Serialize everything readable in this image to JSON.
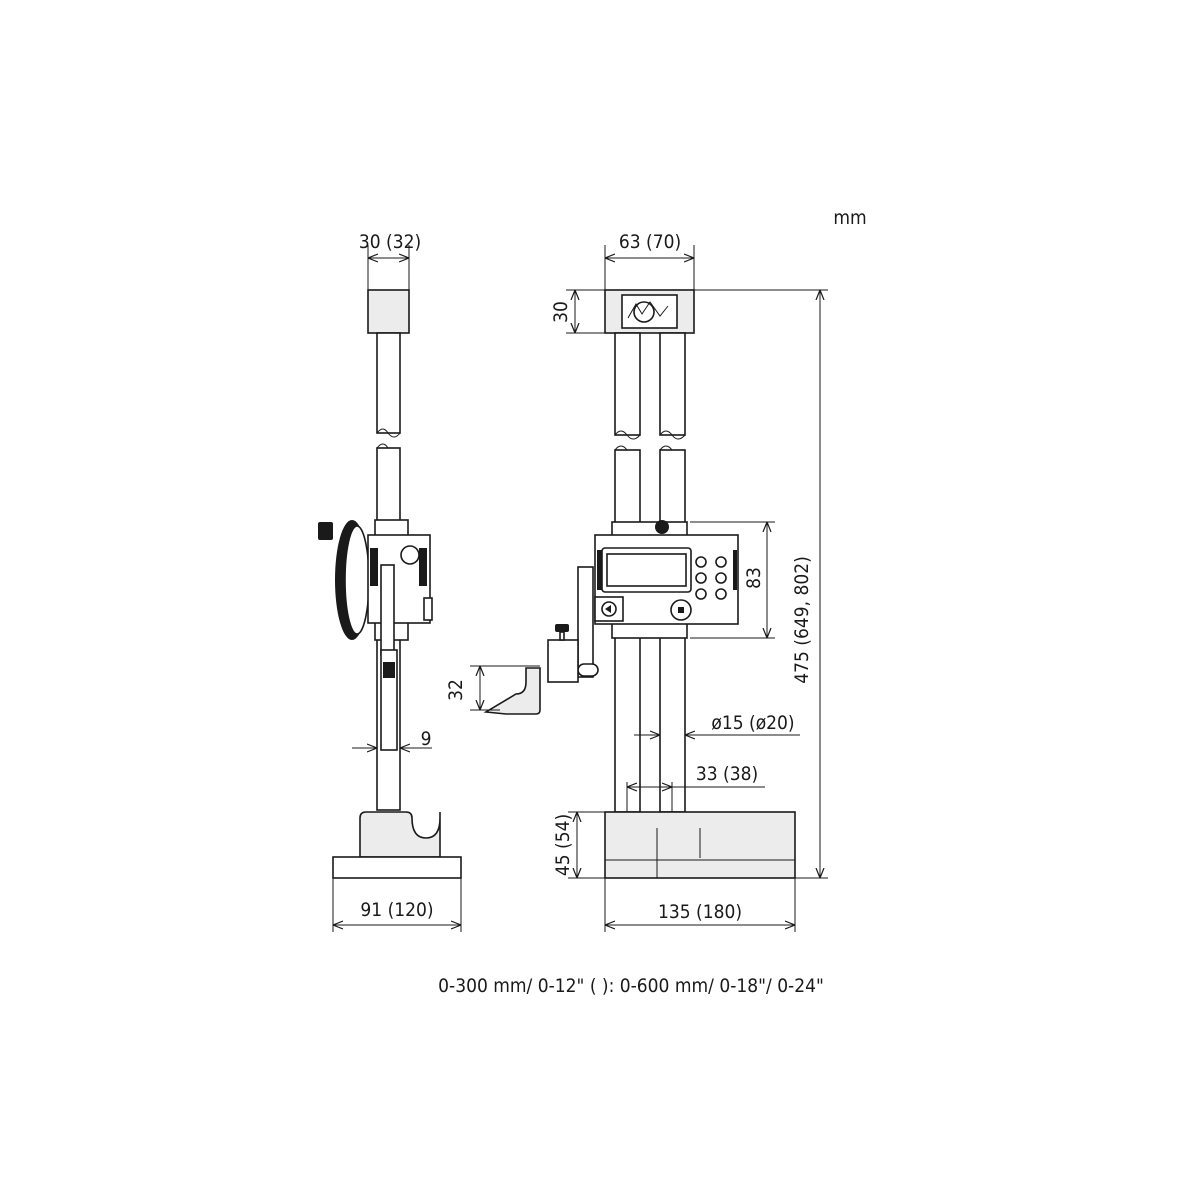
{
  "unit_label": "mm",
  "footer_note": "0-300 mm/ 0-12\" ( ): 0-600 mm/ 0-18\"/ 0-24\"",
  "side_view": {
    "dims": {
      "top_width": "30 (32)",
      "scriber_thickness": "9",
      "base_width": "91 (120)"
    }
  },
  "front_view": {
    "dims": {
      "top_width": "63 (70)",
      "top_height": "30",
      "total_height": "475 (649, 802)",
      "slider_height": "83",
      "scriber_height": "32",
      "column_diameter": "ø15 (ø20)",
      "column_spacing": "33 (38)",
      "base_height": "45 (54)",
      "base_width": "135 (180)"
    }
  }
}
